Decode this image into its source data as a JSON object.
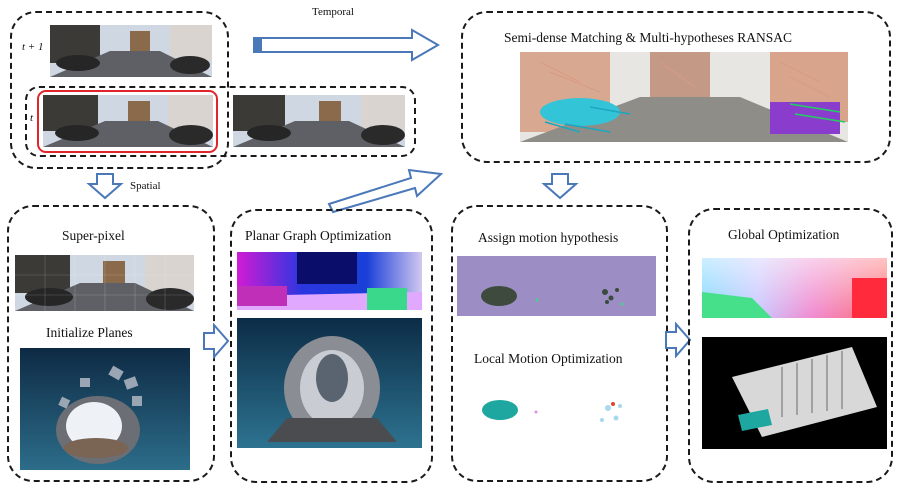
{
  "frames": {
    "t_plus_1": "t + 1",
    "t": "t"
  },
  "arrows": {
    "temporal": "Temporal",
    "spatial": "Spatial"
  },
  "stages": {
    "matching": "Semi-dense Matching & Multi-hypotheses RANSAC",
    "superpixel": "Super-pixel",
    "init_planes": "Initialize Planes",
    "planar_graph": "Planar Graph Optimization",
    "assign_motion": "Assign motion hypothesis",
    "local_motion": "Local Motion Optimization",
    "global_opt": "Global Optimization"
  },
  "colors": {
    "arrow_outline": "#4a78b8",
    "dashed_border": "#1a1a1a",
    "highlight": "#e0262c",
    "motion_bg": "#9c8ec4"
  }
}
